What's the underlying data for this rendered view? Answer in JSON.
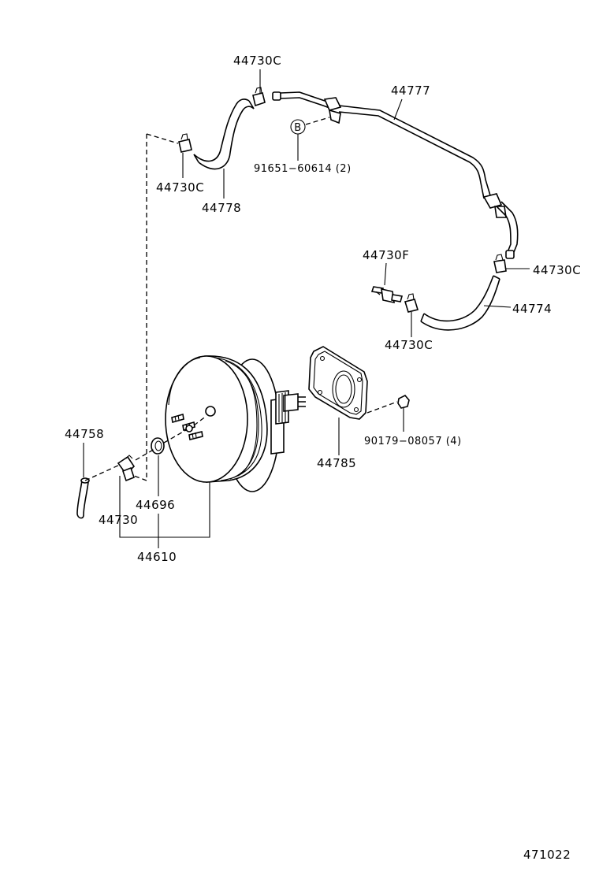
{
  "diagram": {
    "labels": {
      "clamp_top": "44730C",
      "clamp_left": "44730C",
      "hose_upper": "44778",
      "pipe": "44777",
      "bolt_b": "91651−60614 (2)",
      "check_valve": "44730F",
      "clamp_right": "44730C",
      "hose_lower": "44774",
      "clamp_lower": "44730C",
      "hose_end": "44758",
      "union": "44730",
      "grommet": "44696",
      "booster_assy": "44610",
      "gasket": "44785",
      "nut": "90179−08057 (4)",
      "ref_mark": "B",
      "figure_number": "471022"
    }
  }
}
